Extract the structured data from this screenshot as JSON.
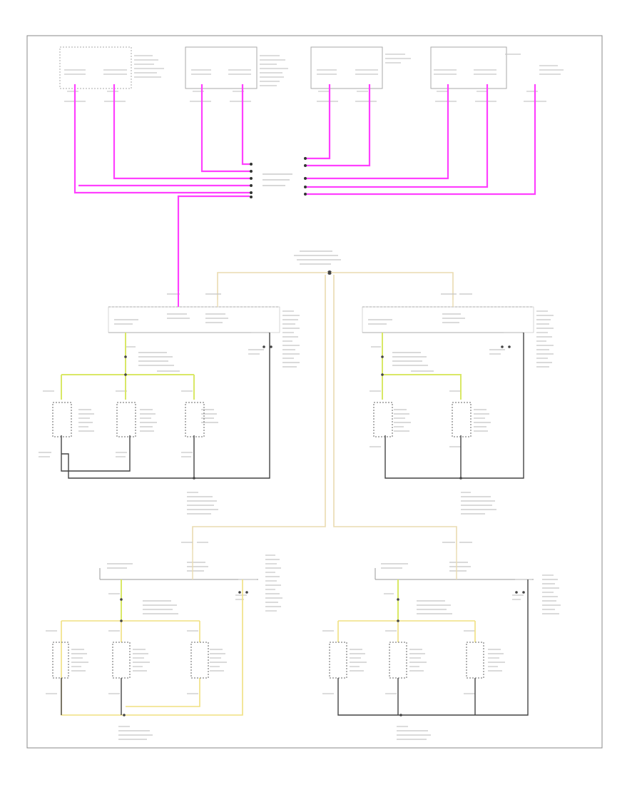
{
  "page": {
    "id_label": ""
  },
  "colors": {
    "pink_wire": "#ff40ff",
    "yellow_wire": "#f0e080",
    "tan_wire": "#eadbb0",
    "yellow_green_wire": "#d9e866",
    "black_wire": "#333333",
    "frame": "#888888",
    "faint_text": "#bfbfbf"
  },
  "diagram": {
    "note": "",
    "top_module_count": 4,
    "seat_modules": [
      "left-front",
      "right-front",
      "left-rear",
      "right-rear"
    ],
    "splice_label": "",
    "junction_label": ""
  }
}
